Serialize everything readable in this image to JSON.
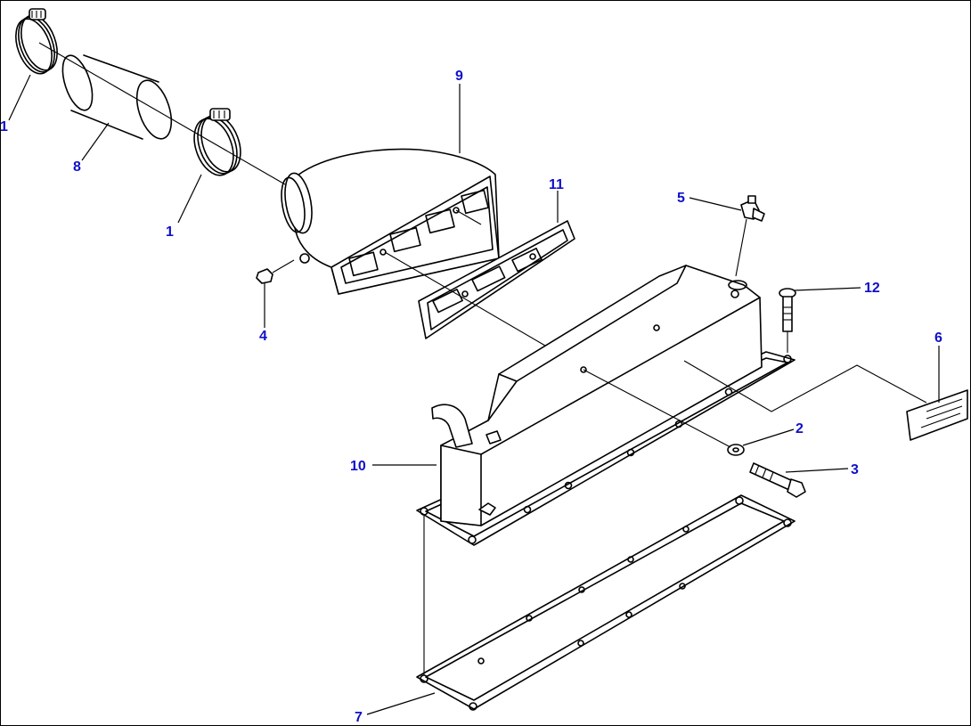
{
  "callouts": {
    "c1a": "1",
    "c1b": "1",
    "c2": "2",
    "c3": "3",
    "c4": "4",
    "c5": "5",
    "c6": "6",
    "c7": "7",
    "c8": "8",
    "c9": "9",
    "c10": "10",
    "c11": "11",
    "c12": "12"
  },
  "colors": {
    "callout": "#1010c8",
    "line": "#000000",
    "background": "#ffffff"
  }
}
